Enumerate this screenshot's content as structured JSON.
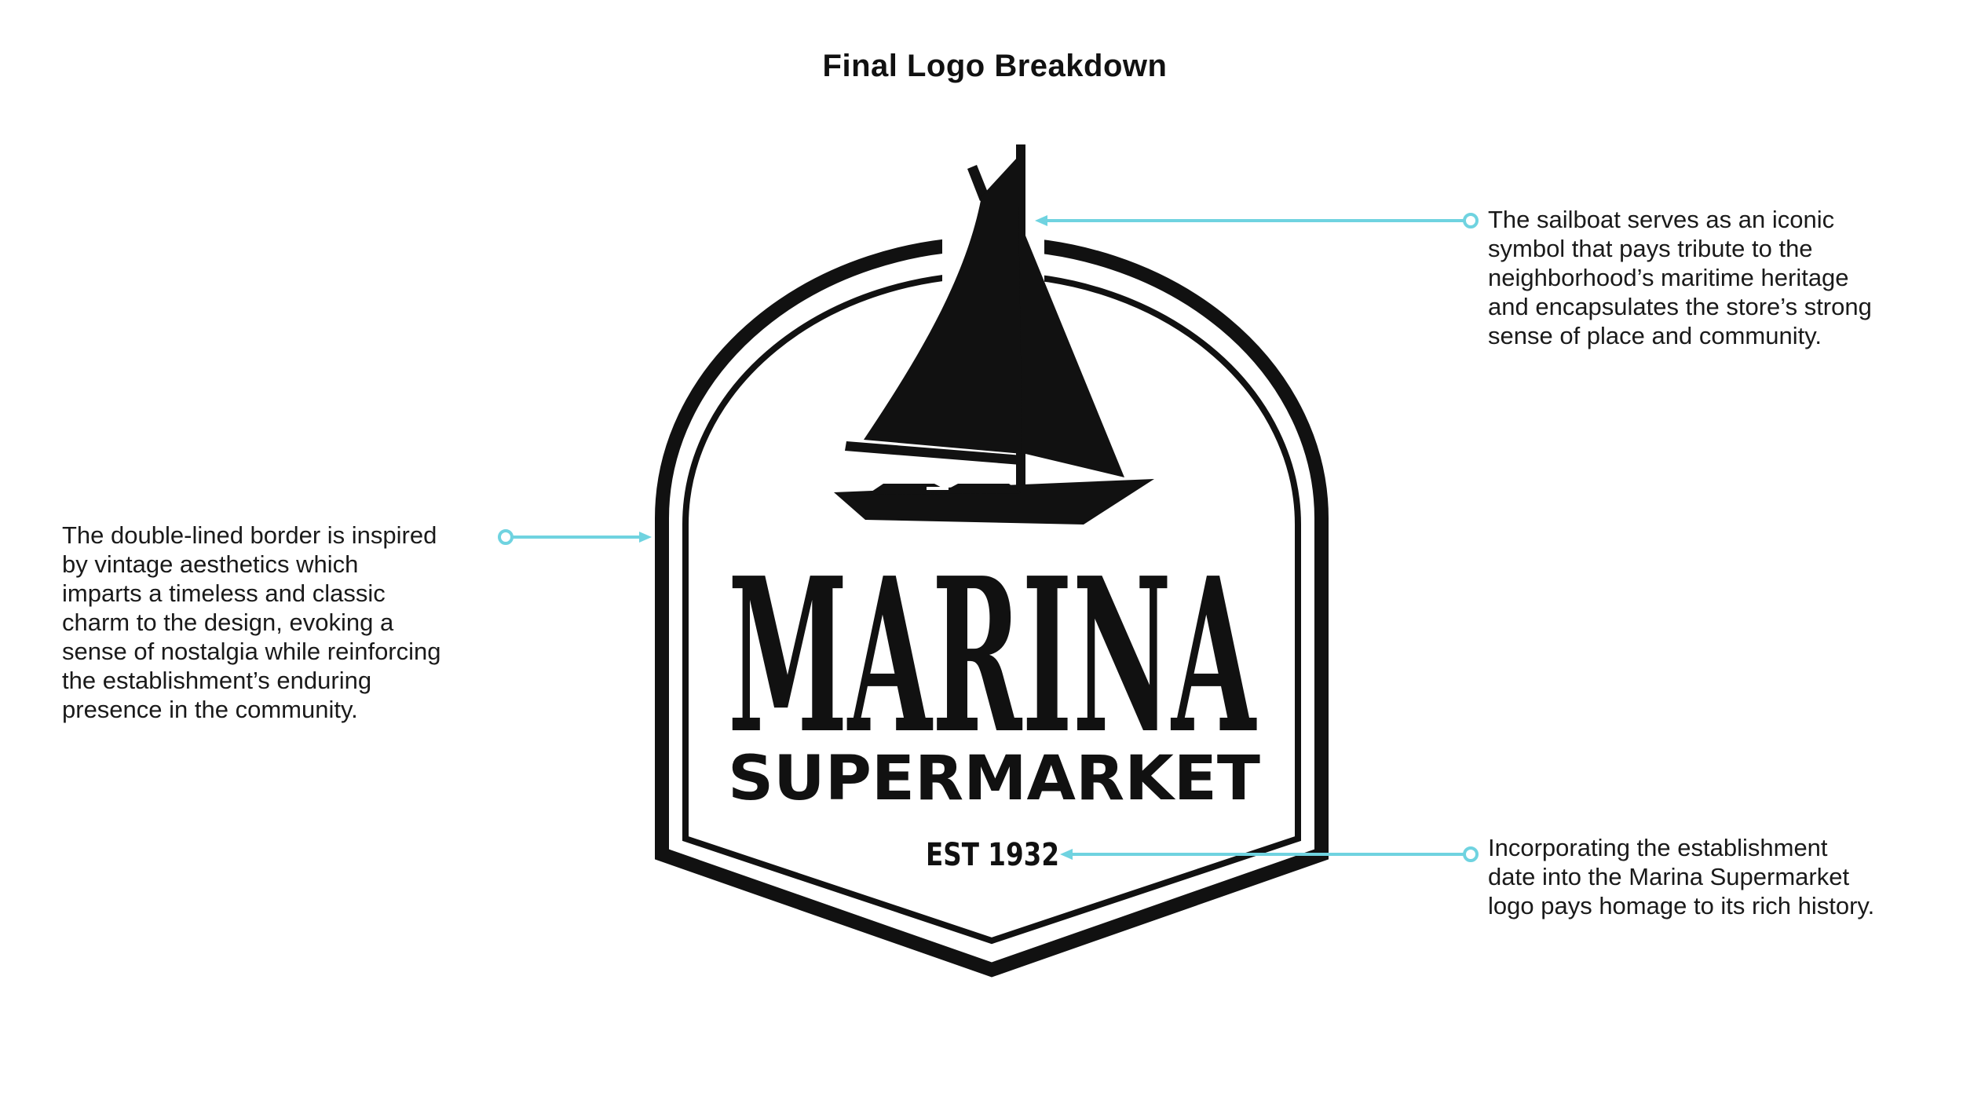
{
  "page": {
    "title": "Final Logo Breakdown"
  },
  "logo": {
    "wordmark": "MARINA",
    "subtitle": "SUPERMARKET",
    "established": "EST 1932"
  },
  "annotations": {
    "sailboat": {
      "lines": [
        "The sailboat serves as an iconic",
        "symbol that pays tribute to the",
        "neighborhood’s maritime heritage",
        "and encapsulates the store’s strong",
        "sense of place and community."
      ]
    },
    "border": {
      "lines": [
        "The double-lined border is inspired",
        "by vintage aesthetics which",
        "imparts a timeless and classic",
        "charm to the design, evoking a",
        "sense of nostalgia while reinforcing",
        "the establishment’s enduring",
        "presence in the community."
      ]
    },
    "date": {
      "lines": [
        "Incorporating the establishment",
        "date into the Marina Supermarket",
        "logo pays homage to its rich history."
      ]
    }
  },
  "colors": {
    "ink": "#111111",
    "callout": "#6fd3e0",
    "background": "#ffffff"
  }
}
